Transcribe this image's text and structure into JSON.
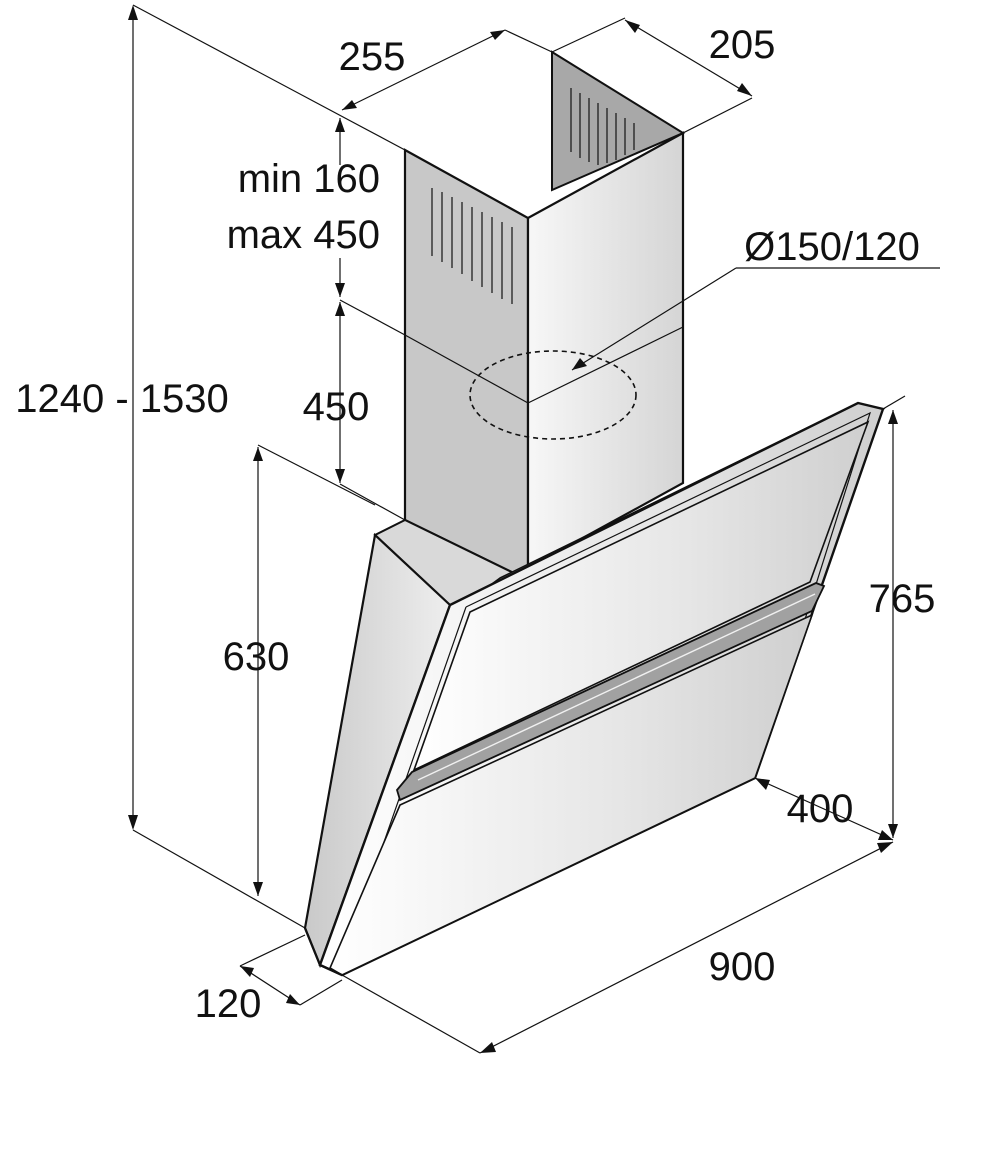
{
  "labels": {
    "chimney_width": "255",
    "chimney_depth": "205",
    "chimney_extension_min": "min 160",
    "chimney_extension_max": "max 450",
    "duct_diameter": "Ø150/120",
    "overall_height": "1240 - 1530",
    "chimney_lower_height": "450",
    "canopy_height": "630",
    "front_height": "765",
    "canopy_depth": "400",
    "hood_width": "900",
    "bottom_depth": "120"
  },
  "colors": {
    "line": "#111111",
    "steel_light": "#f2f2f2",
    "steel_mid": "#d9d9d9",
    "steel_dark": "#a9a9a9",
    "slot": "#8e8e8e"
  }
}
